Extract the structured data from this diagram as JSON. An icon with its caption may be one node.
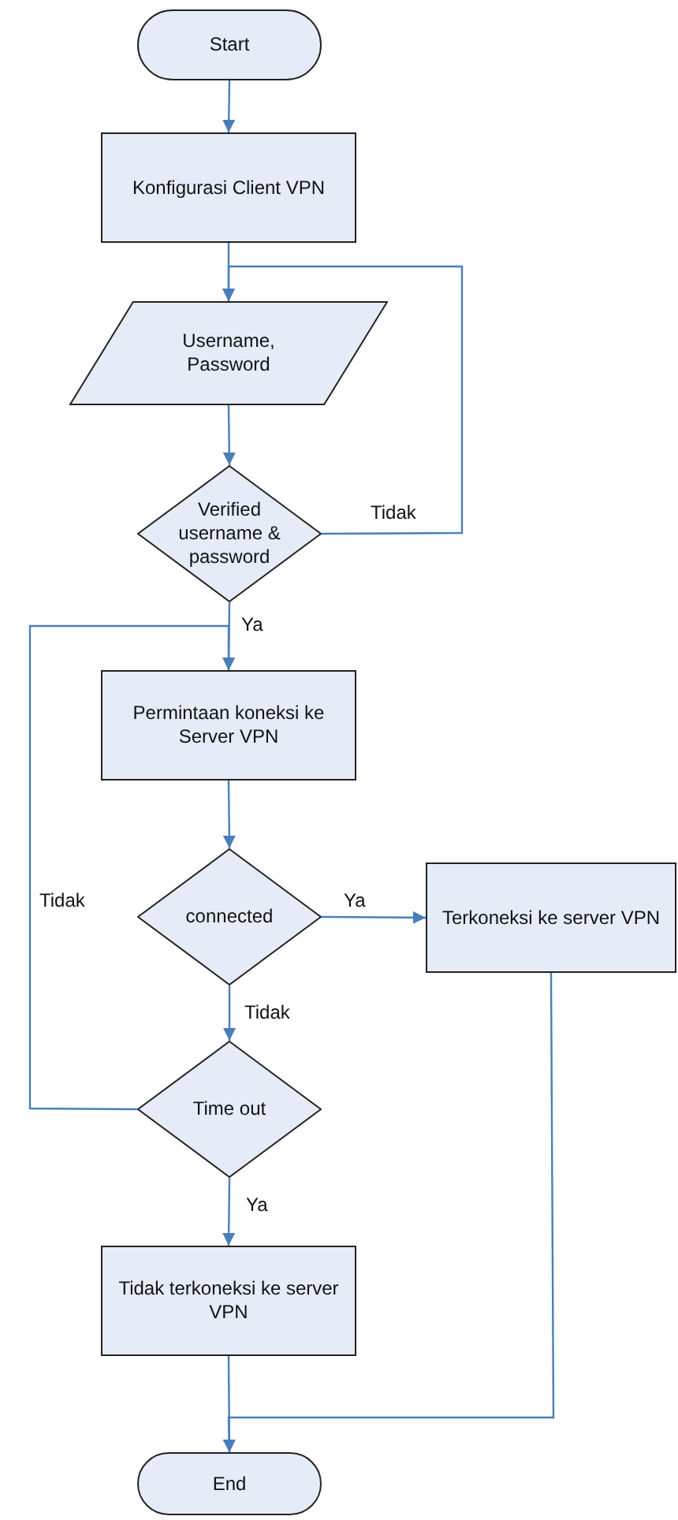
{
  "diagram": {
    "nodes": [
      {
        "text": [
          "Start"
        ]
      },
      {
        "text": [
          "Konfigurasi Client VPN"
        ]
      },
      {
        "text": [
          "Username, Password"
        ]
      },
      {
        "text": [
          "Verified username & password"
        ]
      },
      {
        "text": [
          "Permintaan koneksi ke Server VPN"
        ]
      },
      {
        "text": [
          "connected"
        ]
      },
      {
        "text": [
          "Terkoneksi ke server VPN"
        ]
      },
      {
        "text": [
          "Time out"
        ]
      },
      {
        "text": [
          "Tidak terkoneksi ke server VPN"
        ]
      },
      {
        "text": [
          "End"
        ]
      }
    ],
    "edges": [
      {
        "from": 0,
        "to": 1,
        "arrow": "to"
      },
      {
        "from": 1,
        "to": 2,
        "arrow": "to"
      },
      {
        "from": 2,
        "to": 3,
        "arrow": "to"
      },
      {
        "from": 3,
        "to": 2,
        "arrow": "to",
        "label": "Tidak"
      },
      {
        "from": 3,
        "to": 4,
        "arrow": "to",
        "label": "Ya"
      },
      {
        "from": 4,
        "to": 5,
        "arrow": "to"
      },
      {
        "from": 5,
        "to": 6,
        "arrow": "to",
        "label": "Ya"
      },
      {
        "from": 5,
        "to": 7,
        "arrow": "to",
        "label": "Tidak"
      },
      {
        "from": 7,
        "to": 4,
        "arrow": "to",
        "label": "Tidak"
      },
      {
        "from": 7,
        "to": 8,
        "arrow": "to",
        "label": "Ya"
      },
      {
        "from": 8,
        "to": 9,
        "arrow": "to"
      },
      {
        "from": 6,
        "to": 9,
        "arrow": "to"
      }
    ]
  }
}
